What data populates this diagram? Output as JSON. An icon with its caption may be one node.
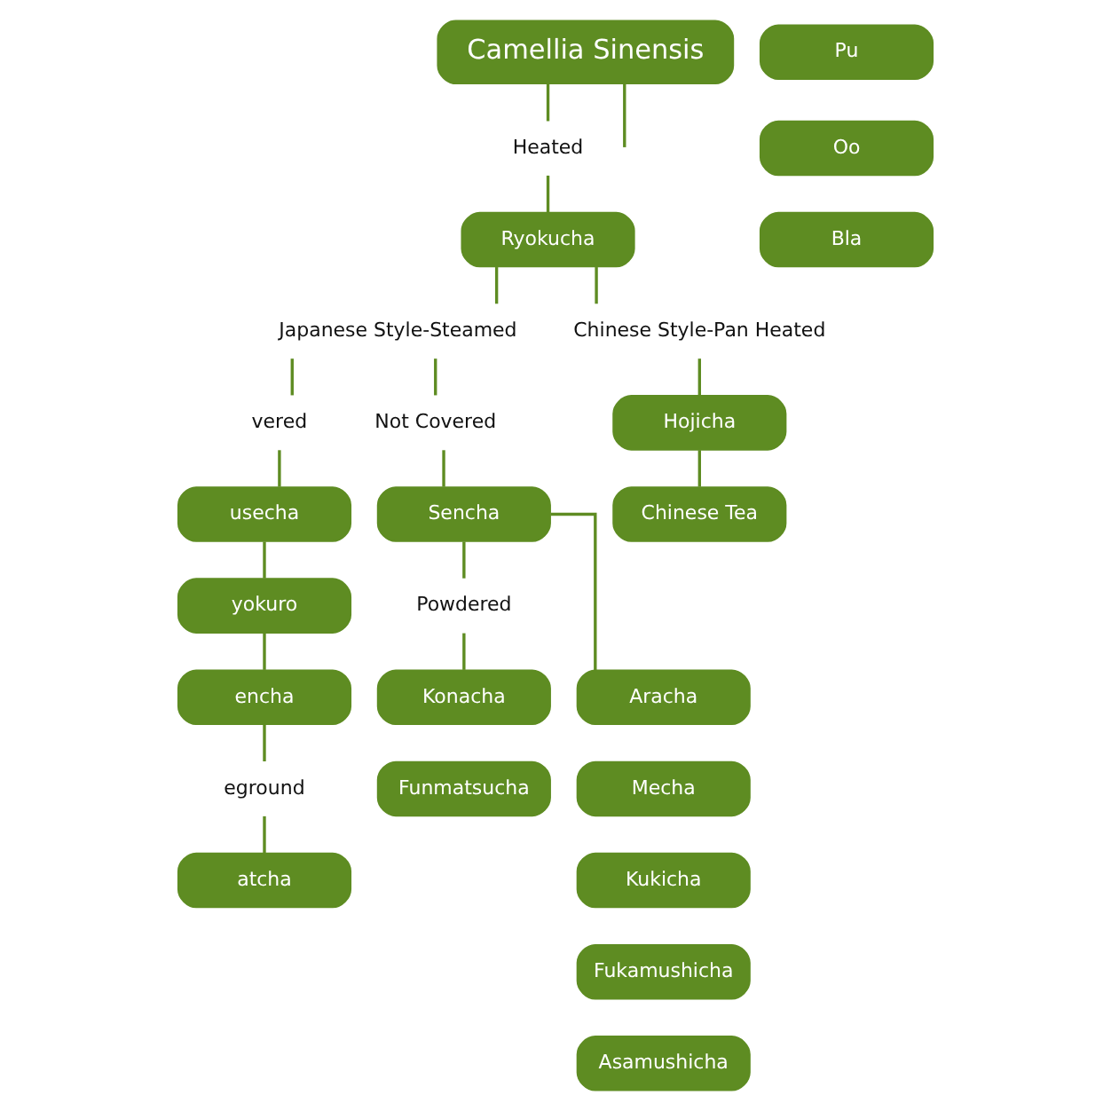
{
  "diagram": {
    "nodes": [
      {
        "text": [
          "Camellia Sinensis"
        ]
      },
      {
        "text": [
          "Heated"
        ]
      },
      {
        "text": [
          "Ryokucha"
        ]
      },
      {
        "text": [
          "Japanese Style-Steamed"
        ]
      },
      {
        "text": [
          "Chinese Style-Pan Heated"
        ]
      },
      {
        "text": [
          "vered"
        ]
      },
      {
        "text": [
          "Not Covered"
        ]
      },
      {
        "text": [
          "Hojicha"
        ]
      },
      {
        "text": [
          "Chinese Tea"
        ]
      },
      {
        "text": [
          "usecha"
        ]
      },
      {
        "text": [
          "yokuro"
        ]
      },
      {
        "text": [
          "encha"
        ]
      },
      {
        "text": [
          "eground"
        ]
      },
      {
        "text": [
          "atcha"
        ]
      },
      {
        "text": [
          "Sencha"
        ]
      },
      {
        "text": [
          "Powdered"
        ]
      },
      {
        "text": [
          "Konacha"
        ]
      },
      {
        "text": [
          "Funmatsucha"
        ]
      },
      {
        "text": [
          "Aracha"
        ]
      },
      {
        "text": [
          "Mecha"
        ]
      },
      {
        "text": [
          "Kukicha"
        ]
      },
      {
        "text": [
          "Fukamushicha"
        ]
      },
      {
        "text": [
          "Asamushicha"
        ]
      },
      {
        "text": [
          "Pu"
        ]
      },
      {
        "text": [
          "Oo"
        ]
      },
      {
        "text": [
          "Bla"
        ]
      }
    ],
    "edges": [
      {
        "from": 0,
        "to": 1,
        "arrow": "none"
      },
      {
        "from": 0,
        "to": null,
        "arrow": "none"
      },
      {
        "from": 1,
        "to": 2,
        "arrow": "none"
      },
      {
        "from": 2,
        "to": 3,
        "arrow": "none"
      },
      {
        "from": 2,
        "to": 4,
        "arrow": "none"
      },
      {
        "from": 3,
        "to": 5,
        "arrow": "none"
      },
      {
        "from": 3,
        "to": 6,
        "arrow": "none"
      },
      {
        "from": 4,
        "to": 7,
        "arrow": "none"
      },
      {
        "from": 7,
        "to": 8,
        "arrow": "none"
      },
      {
        "from": 5,
        "to": 9,
        "arrow": "none"
      },
      {
        "from": 9,
        "to": 10,
        "arrow": "none"
      },
      {
        "from": 10,
        "to": 11,
        "arrow": "none"
      },
      {
        "from": 11,
        "to": 12,
        "arrow": "none"
      },
      {
        "from": 12,
        "to": 13,
        "arrow": "none"
      },
      {
        "from": 6,
        "to": 14,
        "arrow": "none"
      },
      {
        "from": 14,
        "to": 15,
        "arrow": "none"
      },
      {
        "from": 15,
        "to": 16,
        "arrow": "none"
      },
      {
        "from": 14,
        "to": 18,
        "arrow": "none"
      }
    ]
  }
}
